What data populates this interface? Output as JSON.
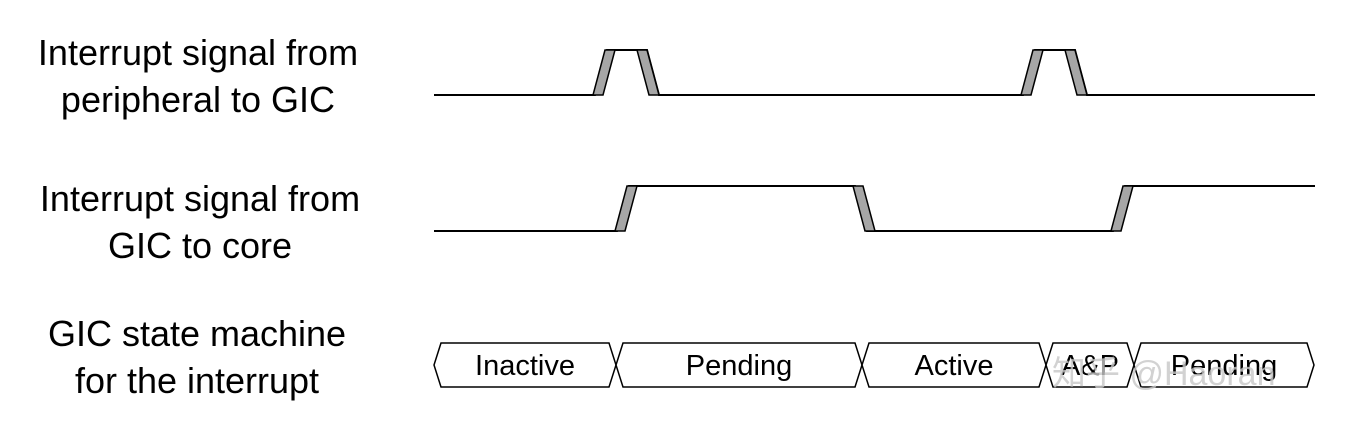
{
  "rows": [
    {
      "label_lines": [
        "Interrupt signal from",
        "peripheral to GIC"
      ]
    },
    {
      "label_lines": [
        "Interrupt signal from",
        "GIC to core"
      ]
    },
    {
      "label_lines": [
        "GIC state machine",
        "for the interrupt"
      ]
    }
  ],
  "states": [
    "Inactive",
    "Pending",
    "Active",
    "A&P",
    "Pending"
  ],
  "watermark": "知乎 @Haoran",
  "colors": {
    "line": "#000000",
    "edge_fill": "#a6a6a6"
  }
}
